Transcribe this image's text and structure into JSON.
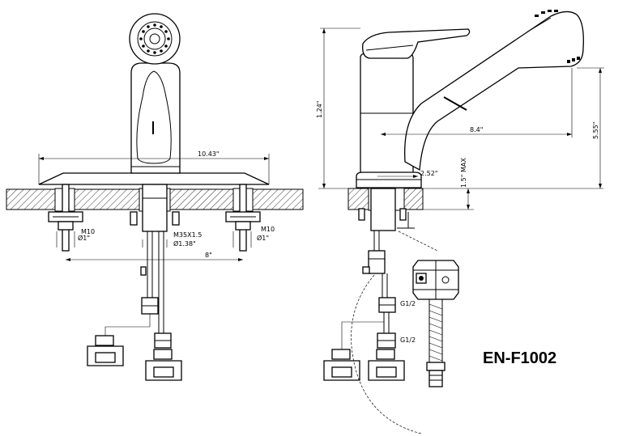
{
  "model": "EN-F1002",
  "front_view": {
    "deck_width": "10.43\"",
    "nut_left": "M10",
    "dia_left": "Ø1\"",
    "nut_right": "M10",
    "dia_right": "Ø1\"",
    "shank_thread": "M35X1.5",
    "shank_dia": "Ø1.38\"",
    "hole_spacing": "8\""
  },
  "side_view": {
    "height": "1.24\"",
    "reach": "8.4\"",
    "spout_height": "5.55\"",
    "base_depth": "2.52\"",
    "deck_max": "1.5\" MAX",
    "fitting_upper": "G1/2",
    "fitting_lower": "G1/2"
  }
}
